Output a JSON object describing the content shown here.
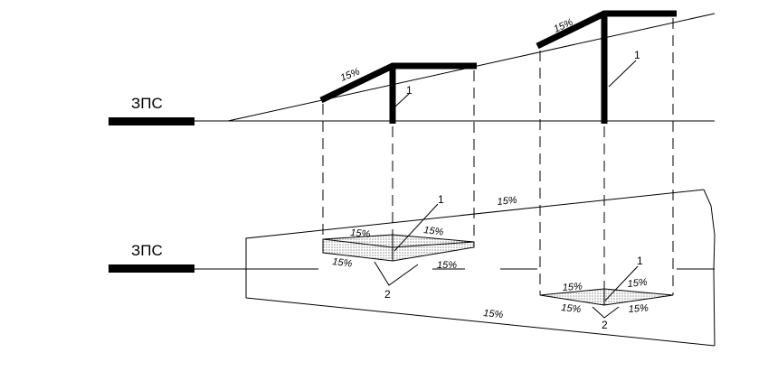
{
  "labels": {
    "zps_top": "ЗПС",
    "zps_bottom": "ЗПС",
    "slope_top_left": "15%",
    "slope_top_right": "15%",
    "marker_top_left": "1",
    "marker_top_right": "1",
    "slope_plan_upper": "15%",
    "slope_plan_lower": "15%",
    "marker_plan_left_1": "1",
    "marker_plan_left_2": "2",
    "marker_plan_right_1": "1",
    "marker_plan_right_2": "2",
    "pile_left_ul": "15%",
    "pile_left_ur": "15%",
    "pile_left_ll": "15%",
    "pile_left_lr": "15%",
    "pile_right_ul": "15%",
    "pile_right_ur": "15%",
    "pile_right_ll": "15%",
    "pile_right_lr": "15%"
  },
  "colors": {
    "line": "#000000",
    "hatch": "#555555",
    "background": "#ffffff"
  }
}
